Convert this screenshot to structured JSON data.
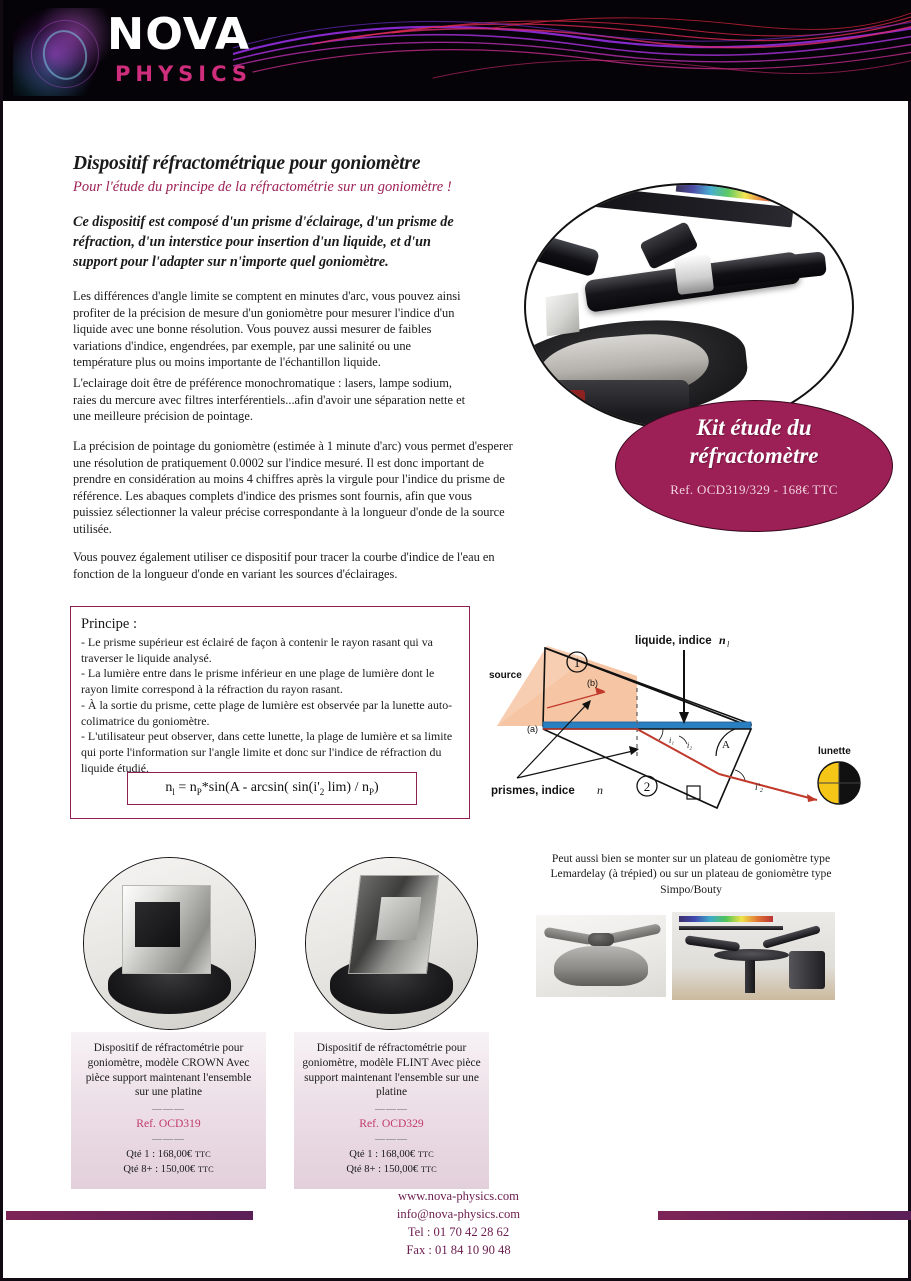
{
  "brand": {
    "name": "NOVA",
    "tagline": "PHYSICS"
  },
  "header": {
    "title": "Dispositif réfractométrique pour goniomètre",
    "subtitle": "Pour l'étude du principe de la réfractométrie sur un goniomètre !"
  },
  "intro": {
    "lead": "Ce dispositif est composé d'un prisme d'éclairage, d'un prisme de réfraction, d'un interstice pour insertion d'un liquide, et d'un support pour l'adapter sur n'importe quel goniomètre.",
    "paragraph1": "Les différences d'angle limite se comptent en minutes d'arc, vous pouvez ainsi profiter de la précision de mesure d'un goniomètre pour mesurer l'indice d'un liquide avec une bonne résolution. Vous pouvez aussi mesurer de faibles variations d'indice, engendrées, par exemple, par une salinité ou une température plus ou moins importante de l'échantillon liquide.",
    "paragraph2": "L'eclairage doit être de préférence monochromatique : lasers, lampe sodium, raies du mercure avec filtres interférentiels...afin d'avoir une séparation nette et une meilleure précision de pointage.",
    "paragraph3": "La précision de pointage du goniomètre (estimée à 1 minute d'arc) vous permet d'esperer une résolution de pratiquement 0.0002 sur l'indice mesuré. Il est donc important de prendre en considération au moins 4 chiffres après la virgule pour l'indice du prisme de référence. Les abaques complets d'indice des prismes sont fournis, afin que vous puissiez sélectionner la valeur précise correspondante à la longueur d'onde de la source utilisée.",
    "paragraph4": "Vous pouvez également utiliser ce dispositif pour tracer la courbe d'indice de l'eau en fonction de la longueur d'onde en variant les sources d'éclairages."
  },
  "badge": {
    "line1": "Kit étude du",
    "line2": "réfractomètre",
    "reference": "Ref. OCD319/329 - 168€ TTC",
    "color": "#9c1f55"
  },
  "principe": {
    "heading": "Principe :",
    "bullets": [
      "- Le prisme supérieur est éclairé de façon à contenir le rayon rasant qui va traverser le liquide analysé.",
      "- La lumière entre dans le prisme inférieur en une plage de lumière dont le rayon limite correspond à la réfraction du rayon rasant.",
      "- À la sortie du prisme, cette plage de lumière est observée par la lunette auto-colimatrice du goniomètre.",
      "- L'utilisateur peut observer, dans cette lunette, la plage de lumière et sa limite qui porte l'information sur l'angle limite et donc sur l'indice de réfraction du liquide étudié."
    ],
    "formula": "n l = n P *sin(A - arcsin( sin(i' 2 lim) / n P )"
  },
  "diagram": {
    "labels": {
      "source": "source",
      "liquide": "liquide, indice",
      "liquide_sub": "n",
      "liquide_sub_idx": "l",
      "prismes": "prismes, indice",
      "prismes_n": "n",
      "lunette": "lunette",
      "marker_a": "(a)",
      "marker_b": "(b)",
      "num1": "1",
      "num2": "2",
      "angle_a": "A",
      "i2": "i'2",
      "i1": "i1",
      "i2b": "i2"
    }
  },
  "products": [
    {
      "name": "crown",
      "description": "Dispositif de réfractométrie pour goniomètre, modèle CROWN\nAvec pièce support maintenant l'ensemble sur une platine",
      "separator": "———",
      "reference": "Ref. OCD319",
      "price_qty1": "Qté 1 : 168,00€",
      "price_qty1_suffix": "TTC",
      "price_qty8": "Qté 8+ : 150,00€",
      "price_qty8_suffix": "TTC"
    },
    {
      "name": "flint",
      "description": "Dispositif de réfractométrie pour goniomètre, modèle FLINT\nAvec pièce support maintenant l'ensemble sur une platine",
      "separator": "———",
      "reference": "Ref. OCD329",
      "price_qty1": "Qté 1 : 168,00€",
      "price_qty1_suffix": "TTC",
      "price_qty8": "Qté 8+ : 150,00€",
      "price_qty8_suffix": "TTC"
    }
  ],
  "note": {
    "text": "Peut aussi bien se monter sur un plateau de goniomètre type Lemardelay (à trépied) ou sur un plateau de goniomètre type Simpo/Bouty"
  },
  "footer": {
    "website": "www.nova-physics.com",
    "email": "info@nova-physics.com",
    "phone": "Tel : 01 70 42 28 62",
    "fax": "Fax : 01 84 10 90 48",
    "bar_color": "#6b1c4e"
  }
}
